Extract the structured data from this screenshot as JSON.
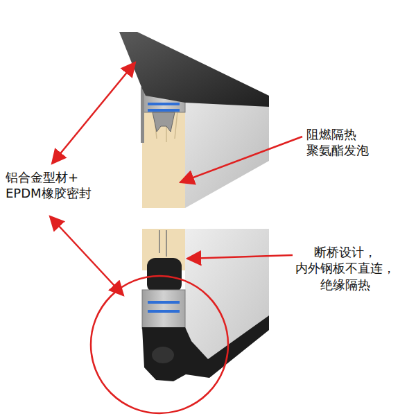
{
  "diagram": {
    "labels": [
      "铝合金型材+ EPDM橡胶密封",
      "阻燃隔热 聚氨酯发泡",
      "断桥设计， 内外钢板不直连， 绝缘隔热"
    ]
  }
}
